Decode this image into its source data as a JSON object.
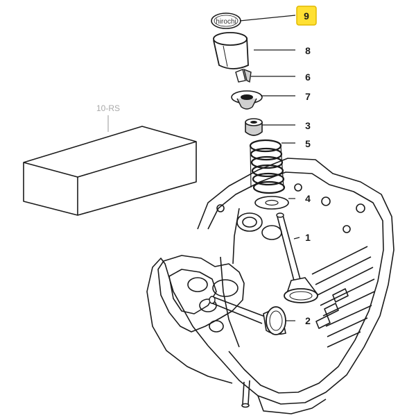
{
  "reference_label": "10-RS",
  "watermark": "hirochi",
  "callouts": [
    {
      "key": "9",
      "label": "9",
      "highlighted": true
    },
    {
      "key": "8",
      "label": "8"
    },
    {
      "key": "6",
      "label": "6"
    },
    {
      "key": "7",
      "label": "7"
    },
    {
      "key": "3",
      "label": "3"
    },
    {
      "key": "5",
      "label": "5"
    },
    {
      "key": "4",
      "label": "4"
    },
    {
      "key": "1",
      "label": "1"
    },
    {
      "key": "2",
      "label": "2"
    }
  ],
  "colors": {
    "ink": "#1a1a1a",
    "part_fill": "#ffffff",
    "shade": "#cfcfcf",
    "highlight": "#ffe033",
    "ref_gray": "#a8a8a8"
  }
}
